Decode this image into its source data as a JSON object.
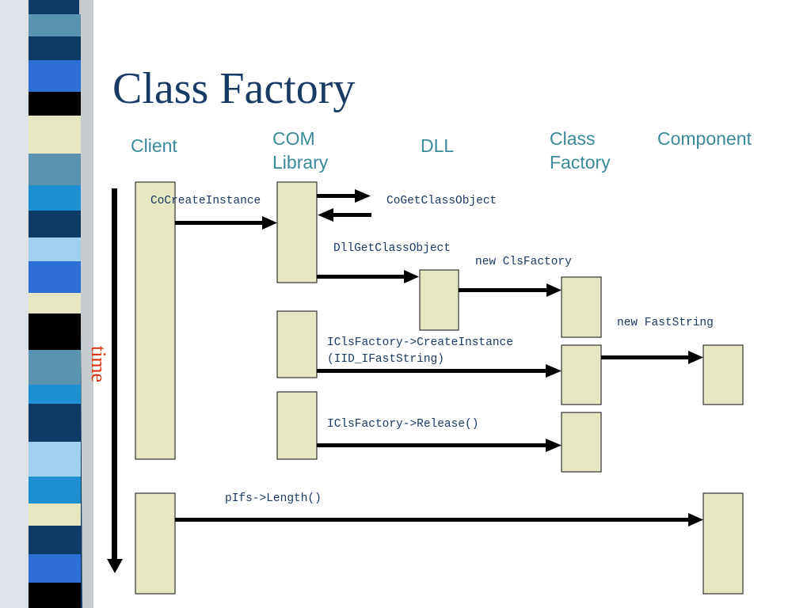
{
  "title": "Class Factory",
  "columns": {
    "client": "Client",
    "com_library_line1": "COM",
    "com_library_line2": "Library",
    "dll": "DLL",
    "class_factory_line1": "Class",
    "class_factory_line2": "Factory",
    "component": "Component"
  },
  "time_label": "time",
  "messages": {
    "co_create_instance": "CoCreateInstance",
    "co_get_class_object": "CoGetClassObject",
    "dll_get_class_object": "DllGetClassObject",
    "new_cls_factory": "new ClsFactory",
    "new_fast_string": "new FastString",
    "create_instance_line1": "IClsFactory->CreateInstance",
    "create_instance_line2": "(IID_IFastString)",
    "release": "IClsFactory->Release()",
    "length": "pIfs->Length()"
  },
  "colors": {
    "title": "#1a3a66",
    "column_label": "#3a8a9a",
    "time_label": "#dd3311",
    "box_fill": "#e6e6c2",
    "arrow": "#000000"
  }
}
